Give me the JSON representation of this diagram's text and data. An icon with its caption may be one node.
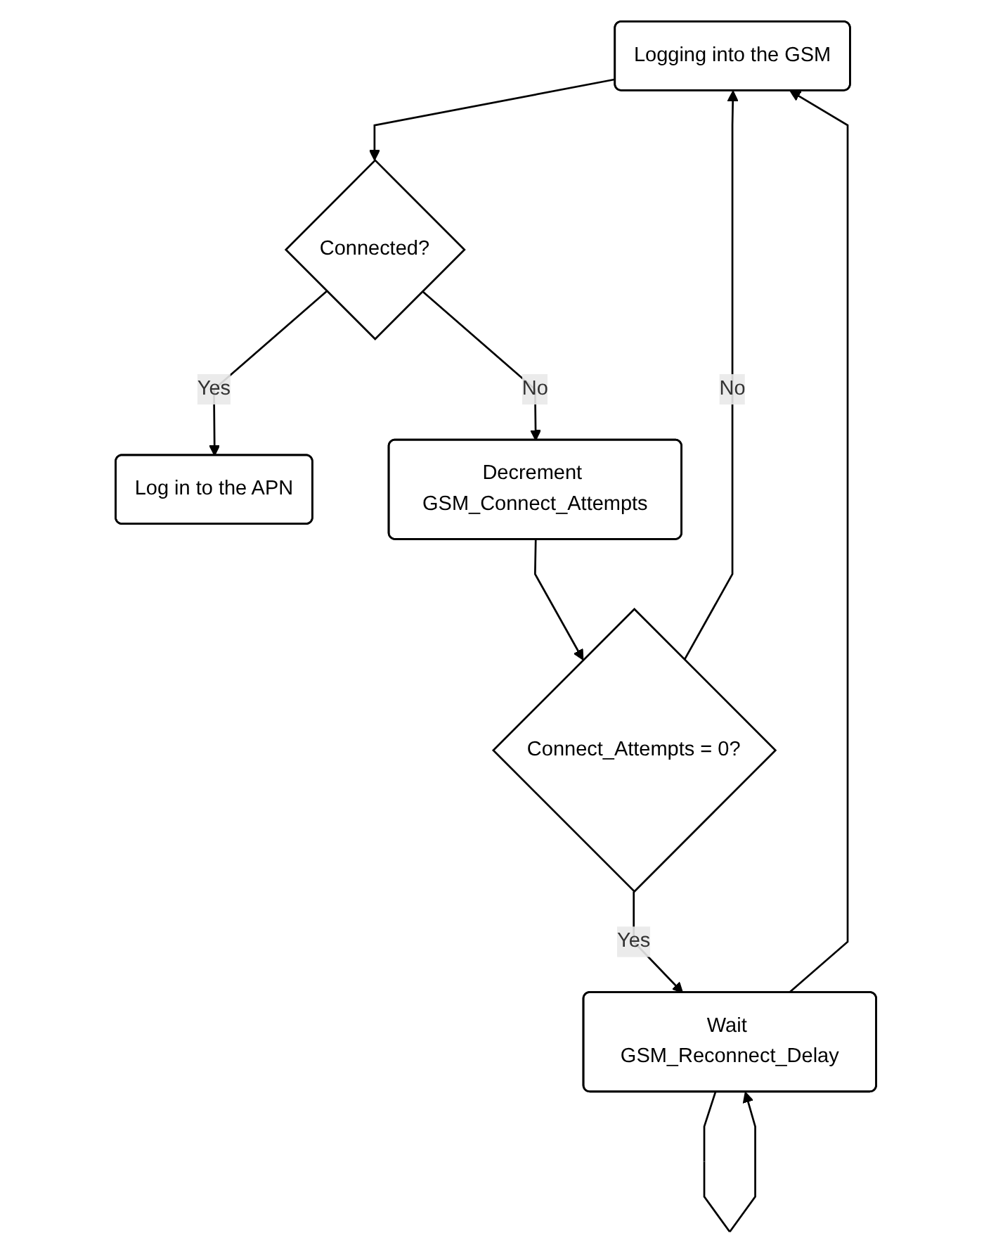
{
  "diagram": {
    "nodes": [
      {
        "text": [
          "Logging into the GSM"
        ]
      },
      {
        "text": [
          "Connected?"
        ]
      },
      {
        "text": [
          "Log in to the APN"
        ]
      },
      {
        "text": [
          "Decrement GSM_Connect_Attempts"
        ]
      },
      {
        "text": [
          "Connect_Attempts = 0?"
        ]
      },
      {
        "text": [
          "Wait GSM_Reconnect_Delay"
        ]
      }
    ],
    "edges": [
      {
        "from": 0,
        "to": 1,
        "arrow": "to"
      },
      {
        "from": 1,
        "to": 2,
        "arrow": "to",
        "label": "Yes"
      },
      {
        "from": 1,
        "to": 3,
        "arrow": "to",
        "label": "No"
      },
      {
        "from": 3,
        "to": 4,
        "arrow": "to"
      },
      {
        "from": 4,
        "to": 0,
        "arrow": "to",
        "label": "No"
      },
      {
        "from": 4,
        "to": 5,
        "arrow": "to",
        "label": "Yes"
      },
      {
        "from": 5,
        "to": 5,
        "arrow": "to"
      },
      {
        "from": 5,
        "to": 0,
        "arrow": "to"
      }
    ]
  }
}
